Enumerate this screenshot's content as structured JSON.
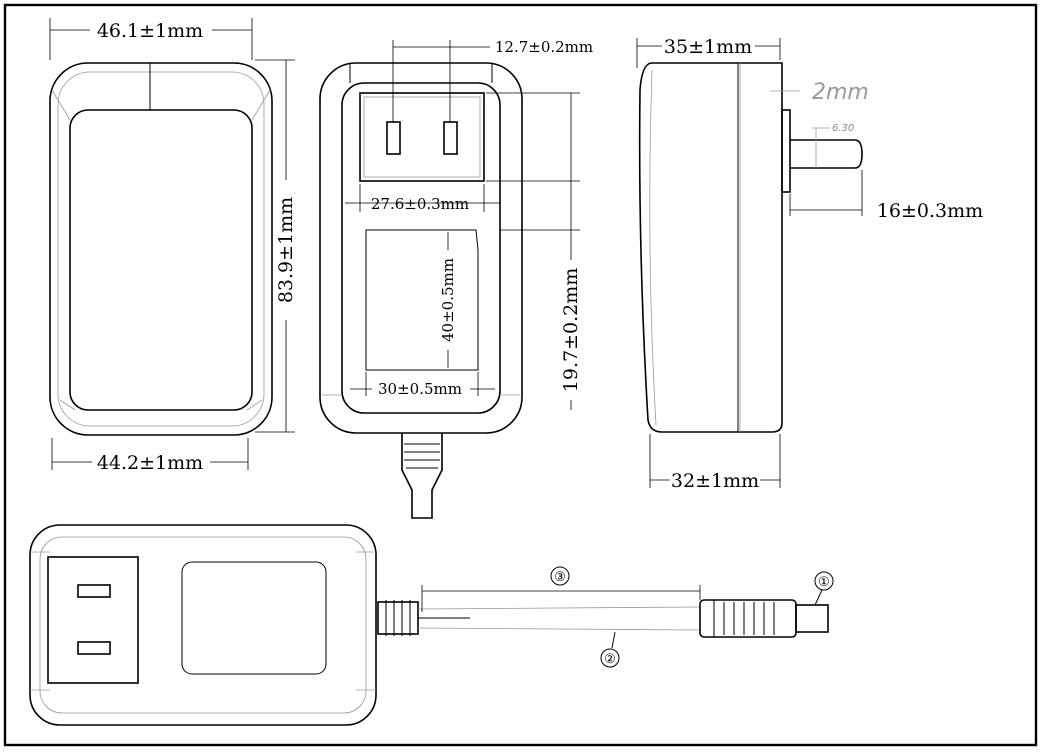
{
  "front_view": {
    "top_width": "46.1±1mm",
    "bottom_width": "44.2±1mm",
    "height": "83.9±1mm"
  },
  "back_view": {
    "pin_spacing": "12.7±0.2mm",
    "plug_width": "27.6±0.3mm",
    "label_height": "40±0.5mm",
    "label_width": "30±0.5mm",
    "plug_offset": "19.7±0.2mm"
  },
  "side_view": {
    "top_depth": "35±1mm",
    "bottom_depth": "32±1mm",
    "pin_thickness": "2mm",
    "pin_small": "6.30",
    "pin_length": "16±0.3mm"
  },
  "bottom_view": {
    "callouts": [
      "①",
      "②",
      "③"
    ]
  }
}
